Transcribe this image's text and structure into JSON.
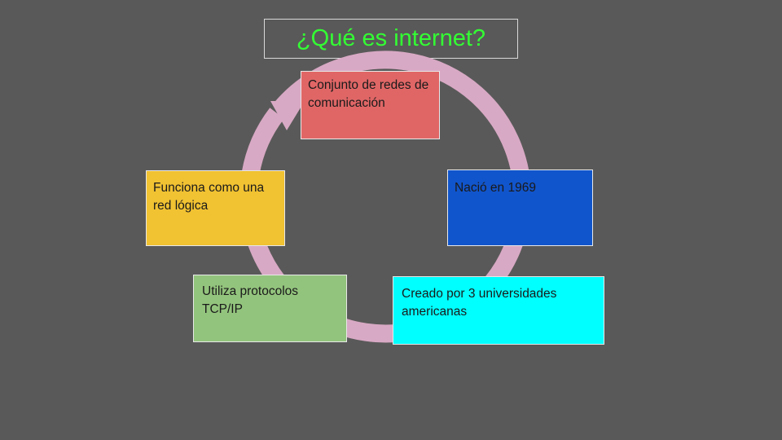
{
  "slide": {
    "title": "¿Qué es internet?",
    "title_color": "#33ff33",
    "background": "#595959",
    "ring_color": "#d8a9c4"
  },
  "cycle": {
    "nodes": [
      {
        "text": "Conjunto de redes de comunicación",
        "fill": "#e06666"
      },
      {
        "text": "Nació en 1969",
        "fill": "#1155cc"
      },
      {
        "text": "Creado por 3 universidades americanas",
        "fill": "#00ffff"
      },
      {
        "text": "Utiliza protocolos TCP/IP",
        "fill": "#93c47d"
      },
      {
        "text": "Funciona como una red lógica",
        "fill": "#f1c232"
      }
    ]
  }
}
